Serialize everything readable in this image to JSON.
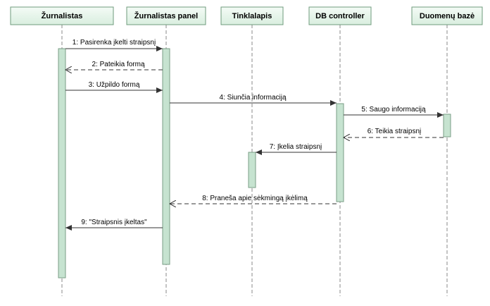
{
  "diagram": {
    "lifelines": [
      {
        "id": "zurnalistas",
        "label": "Žurnalistas"
      },
      {
        "id": "panel",
        "label": "Žurnalistas panel"
      },
      {
        "id": "tinklalapis",
        "label": "Tinklalapis"
      },
      {
        "id": "db",
        "label": "DB controller"
      },
      {
        "id": "baze",
        "label": "Duomenų bazė"
      }
    ],
    "messages": [
      {
        "n": 1,
        "label": "1: Pasirenka įkelti straipsnį",
        "from": "zurnalistas",
        "to": "panel",
        "type": "sync"
      },
      {
        "n": 2,
        "label": "2: Pateikia formą",
        "from": "panel",
        "to": "zurnalistas",
        "type": "return"
      },
      {
        "n": 3,
        "label": "3: Užpildo formą",
        "from": "zurnalistas",
        "to": "panel",
        "type": "sync"
      },
      {
        "n": 4,
        "label": "4: Siunčia informaciją",
        "from": "panel",
        "to": "db",
        "type": "sync"
      },
      {
        "n": 5,
        "label": "5: Saugo informaciją",
        "from": "db",
        "to": "baze",
        "type": "sync"
      },
      {
        "n": 6,
        "label": "6: Teikia straipsnį",
        "from": "baze",
        "to": "db",
        "type": "return"
      },
      {
        "n": 7,
        "label": "7: Įkelia straipsnį",
        "from": "db",
        "to": "tinklalapis",
        "type": "sync"
      },
      {
        "n": 8,
        "label": "8: Praneša apie sėkmingą įkėlimą",
        "from": "db",
        "to": "panel",
        "type": "return"
      },
      {
        "n": 9,
        "label": "9: \"Straipsnis įkeltas\"",
        "from": "panel",
        "to": "zurnalistas",
        "type": "sync"
      }
    ]
  }
}
